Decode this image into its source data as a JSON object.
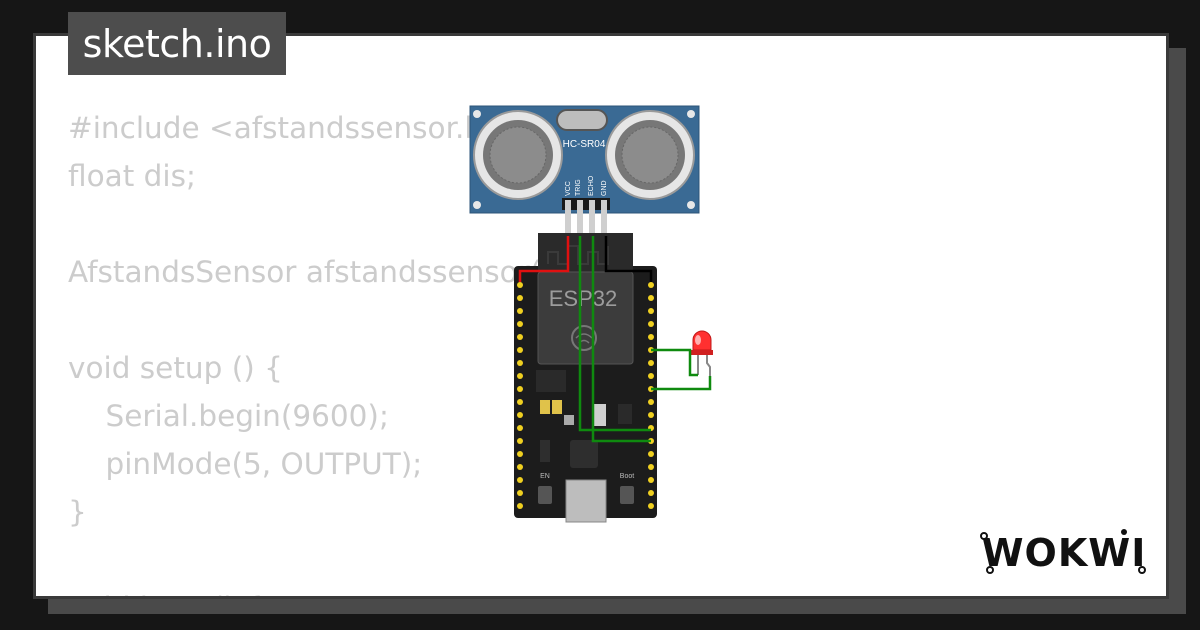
{
  "file_tab": {
    "label": "sketch.ino"
  },
  "code": {
    "lines": [
      "#include <afstandssensor.h>",
      "float dis;",
      "",
      "AfstandsSensor afstandssensor(",
      "",
      "void setup () {",
      "    Serial.begin(9600);",
      "    pinMode(5, OUTPUT);",
      "}",
      "",
      "void loop () {"
    ]
  },
  "sensor": {
    "model": "HC-SR04",
    "pins": [
      "VCC",
      "TRIG",
      "ECHO",
      "GND"
    ]
  },
  "board": {
    "name": "ESP32",
    "en_label": "EN",
    "boot_label": "Boot"
  },
  "brand": {
    "name": "WOKWI"
  },
  "colors": {
    "background": "#161616",
    "card": "#ffffff",
    "tab": "#4d4d4d",
    "code_text": "#cccccc",
    "sensor_blue": "#3a6a94",
    "board_black": "#1c1c1c",
    "wire_red": "#e01010",
    "wire_green": "#0f8a0f",
    "wire_black": "#000000",
    "led_red": "#ff3030"
  }
}
